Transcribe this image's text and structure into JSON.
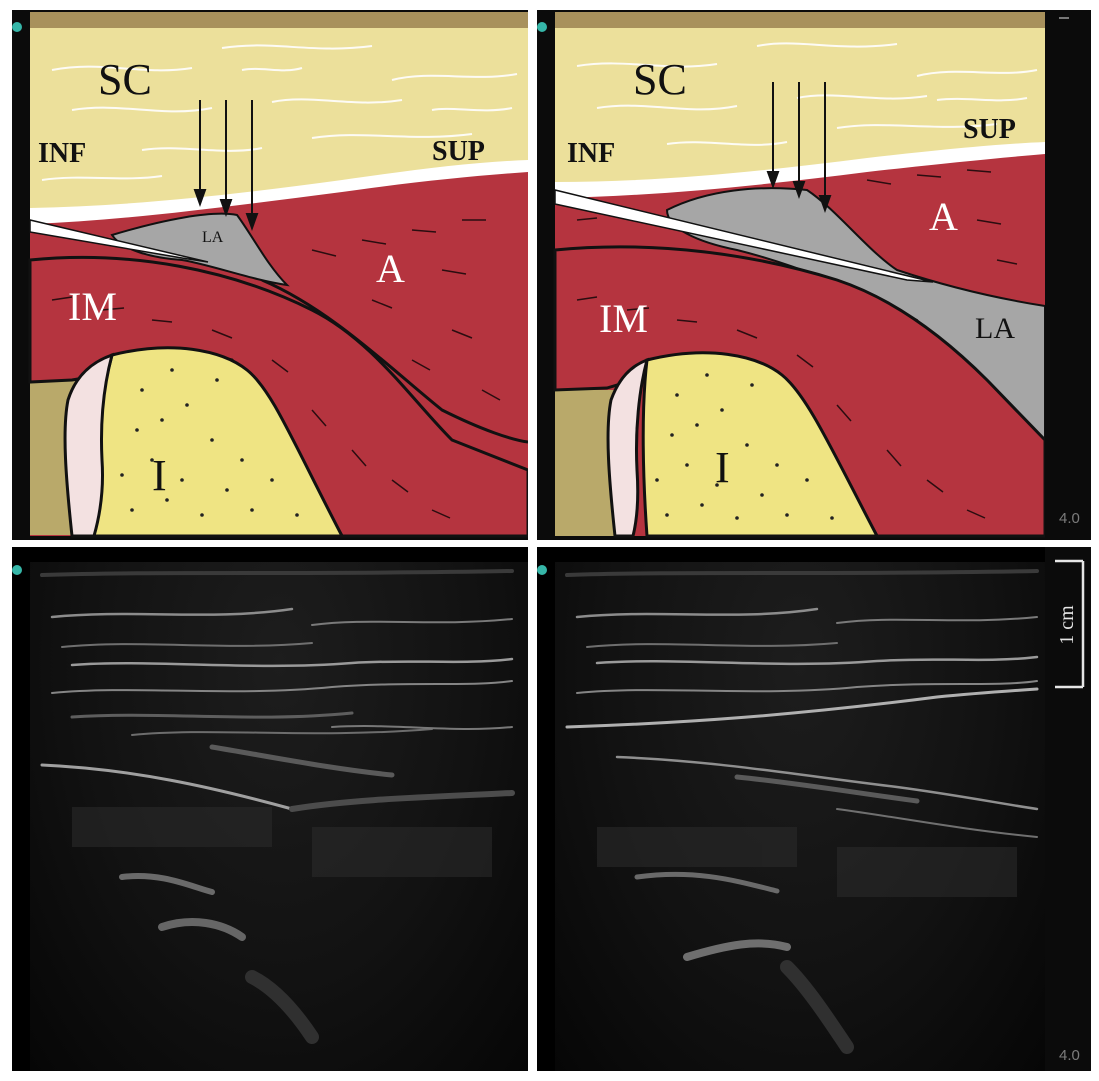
{
  "labels": {
    "sc": "SC",
    "inf": "INF",
    "sup": "SUP",
    "im": "IM",
    "a": "A",
    "i": "I",
    "la": "LA"
  },
  "depth_readout": "4.0",
  "scale_bar": "1 cm",
  "colors": {
    "subcutaneous": "#ece09b",
    "muscle": "#b5343f",
    "local_anesthetic": "#a6a6a6",
    "bone": "#efe483",
    "periosteum": "#f3e1e1",
    "probe_marker": "#36b6a8"
  }
}
